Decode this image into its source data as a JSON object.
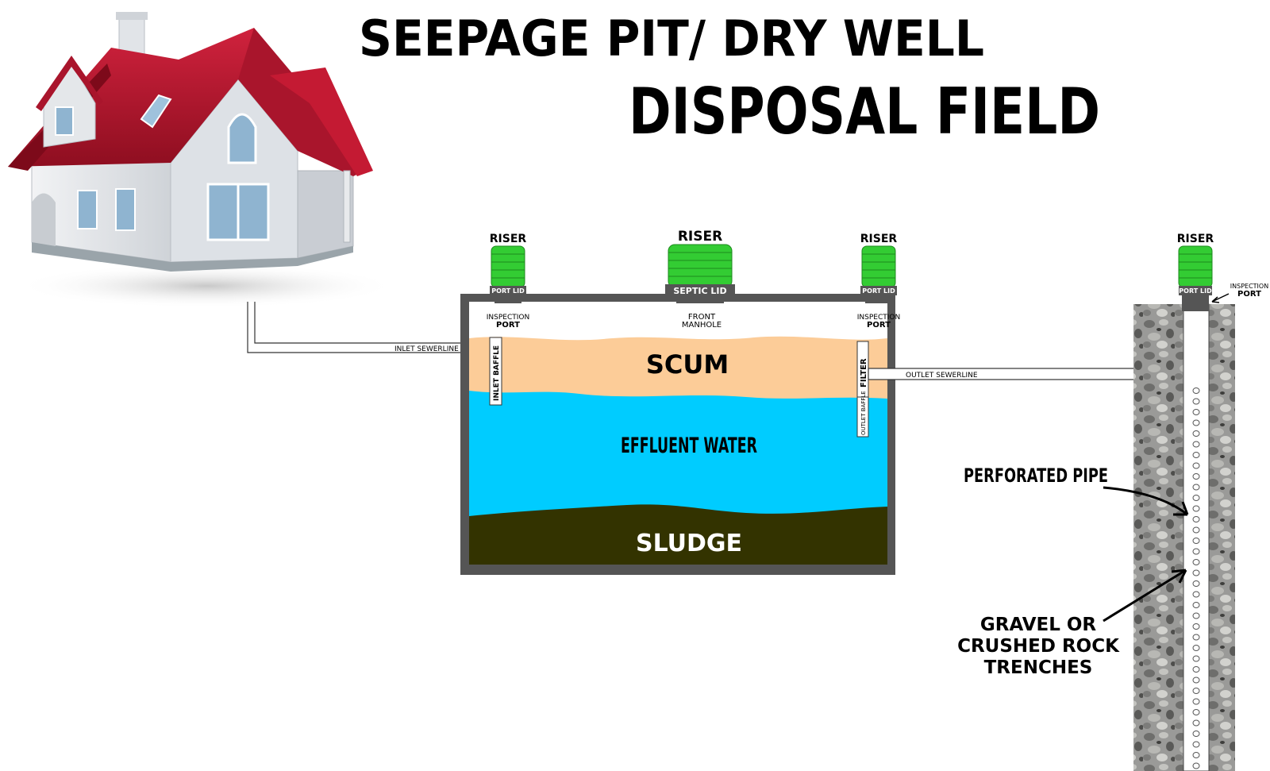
{
  "title": {
    "line1": "SEEPAGE PIT/ DRY WELL",
    "line2": "DISPOSAL FIELD"
  },
  "risers": {
    "left": {
      "label": "RISER",
      "lid": "PORT LID",
      "port": [
        "INSPECTION",
        "PORT"
      ]
    },
    "center": {
      "label": "RISER",
      "lid": "SEPTIC LID",
      "port": [
        "FRONT",
        "MANHOLE"
      ]
    },
    "right": {
      "label": "RISER",
      "lid": "PORT LID",
      "port": [
        "INSPECTION",
        "PORT"
      ]
    },
    "pit": {
      "label": "RISER",
      "lid": "PORT LID",
      "port": [
        "INSPECTION",
        "PORT"
      ]
    }
  },
  "tank": {
    "scum": "SCUM",
    "effluent": "EFFLUENT WATER",
    "sludge": "SLUDGE",
    "inlet_baffle": "INLET BAFFLE",
    "filter": "FILTER",
    "outlet_baffle": "OUTLET BAFFLE"
  },
  "pipes": {
    "inlet": "INLET SEWERLINE",
    "outlet": "OUTLET SEWERLINE"
  },
  "pit": {
    "perforated_pipe": "PERFORATED PIPE",
    "gravel": [
      "GRAVEL OR",
      "CRUSHED ROCK",
      "TRENCHES"
    ]
  },
  "colors": {
    "roof": "#b5122b",
    "wall": "#e8eaec",
    "scum": "#fccc98",
    "effluent": "#00ccff",
    "sludge": "#333300",
    "riser": "#33cc33",
    "tank_wall": "#555555",
    "gravel": "#8a8a8a"
  }
}
